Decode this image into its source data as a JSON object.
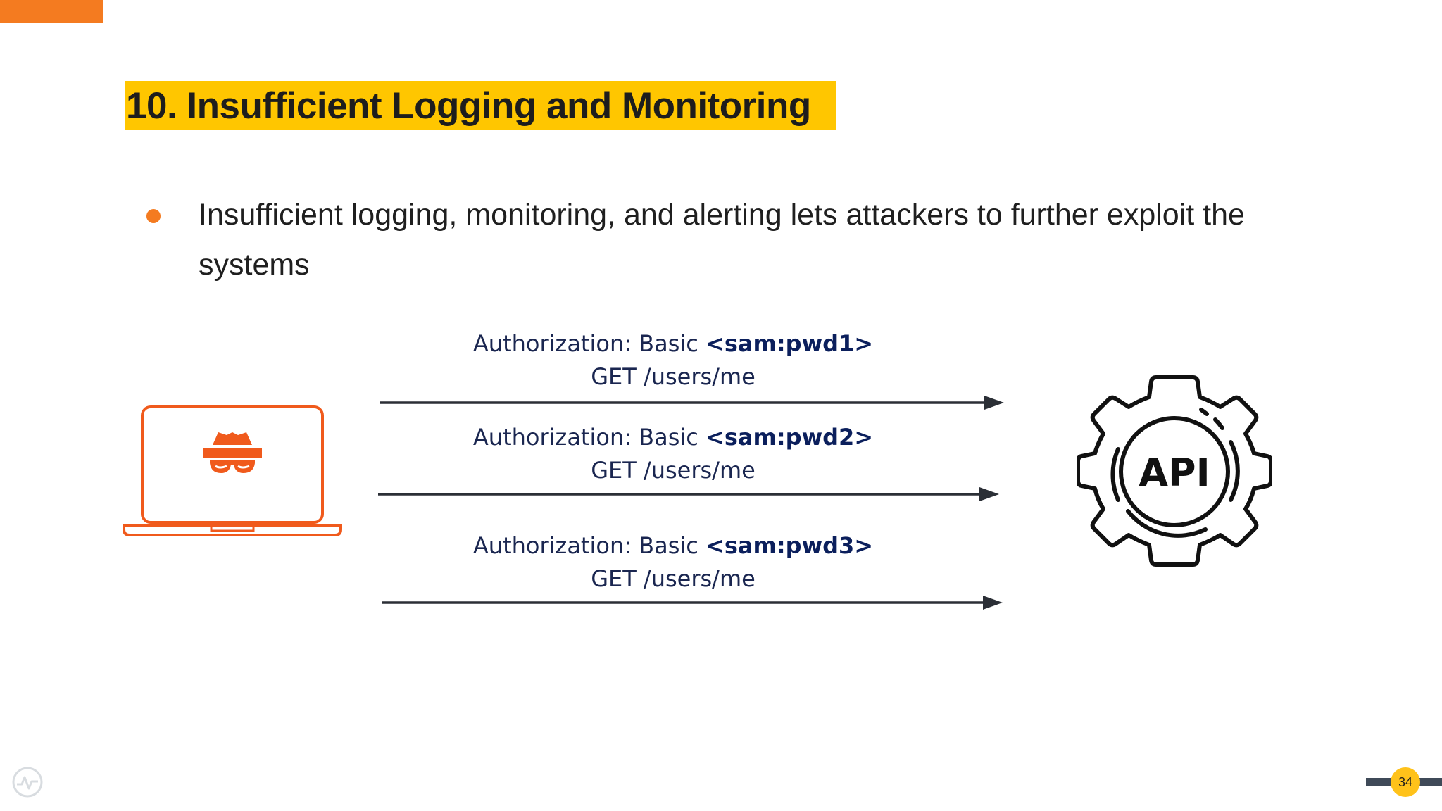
{
  "title": "10. Insufficient Logging and Monitoring",
  "bullet": "Insufficient logging, monitoring, and alerting lets attackers to further exploit the systems",
  "requests": [
    {
      "auth_prefix": "Authorization: Basic ",
      "credential": "<sam:pwd1>",
      "request": "GET  /users/me"
    },
    {
      "auth_prefix": "Authorization: Basic ",
      "credential": "<sam:pwd2>",
      "request": "GET  /users/me"
    },
    {
      "auth_prefix": "Authorization: Basic ",
      "credential": "<sam:pwd3>",
      "request": "GET  /users/me"
    }
  ],
  "api_label": "API",
  "page_number": "34",
  "icons": {
    "attacker": "laptop-hacker-icon",
    "api": "api-gear-icon",
    "logo": "heartbeat-logo-icon"
  },
  "colors": {
    "accent_orange": "#f47b20",
    "title_highlight": "#ffc600",
    "laptop": "#f05a1c",
    "arrow": "#2b2f36",
    "page_badge": "#ffc21a",
    "page_bar": "#3f4a58",
    "text_navy": "#1a2650"
  }
}
